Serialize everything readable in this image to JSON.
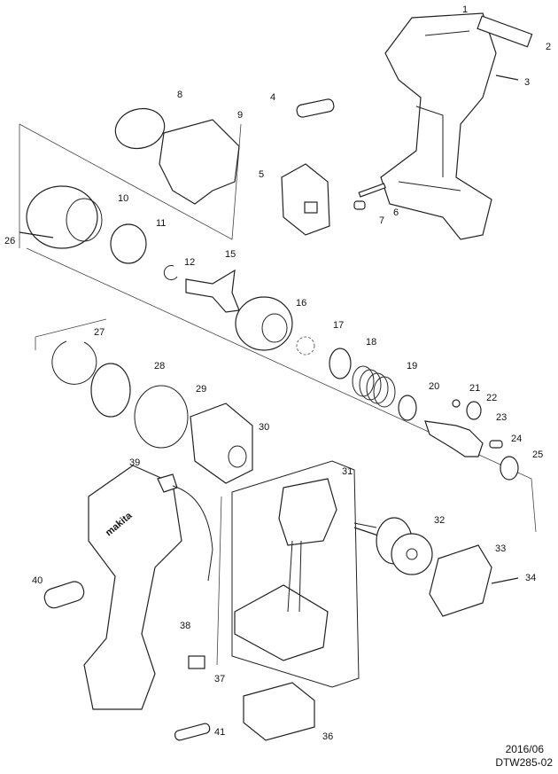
{
  "diagram": {
    "part_numbers": [
      "1",
      "2",
      "3",
      "4",
      "5",
      "6",
      "7",
      "8",
      "9",
      "10",
      "11",
      "12",
      "15",
      "16",
      "17",
      "18",
      "19",
      "20",
      "21",
      "22",
      "23",
      "24",
      "25",
      "26",
      "27",
      "28",
      "29",
      "30",
      "31",
      "32",
      "33",
      "34",
      "36",
      "37",
      "38",
      "39",
      "40",
      "41"
    ]
  },
  "footer": {
    "date": "2016/06",
    "model_code": "DTW285-02"
  }
}
